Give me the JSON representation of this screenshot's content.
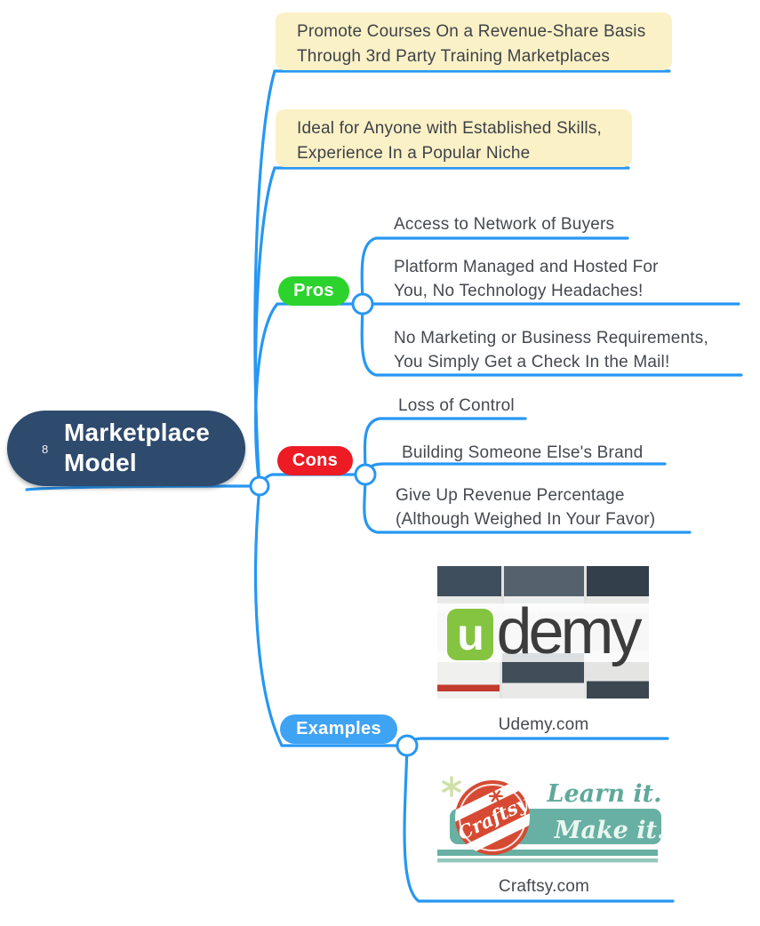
{
  "colors": {
    "line_blue": "#2797F3",
    "node_navy": "#2E4A6D",
    "note_cream": "#FBF1C6",
    "pros_green": "#2CD32C",
    "cons_red": "#ED1B24",
    "examples_blue": "#3FA3F3",
    "text_dark": "#45494F",
    "udemy_green": "#85C441",
    "udemy_text": "#3C3C3C",
    "craftsy_red": "#D64A33",
    "craftsy_teal": "#68B0A3"
  },
  "central_topic": {
    "number": "8",
    "title": "Marketplace Model"
  },
  "notes": [
    {
      "lines": [
        "Promote Courses On a Revenue-Share Basis",
        "Through 3rd Party Training Marketplaces"
      ]
    },
    {
      "lines": [
        "Ideal for Anyone with Established Skills,",
        "Experience In a Popular Niche"
      ]
    }
  ],
  "branches": {
    "pros": {
      "label": "Pros",
      "items": [
        {
          "lines": [
            "Access to Network of Buyers"
          ]
        },
        {
          "lines": [
            "Platform Managed and Hosted For",
            "You, No Technology Headaches!"
          ]
        },
        {
          "lines": [
            "No Marketing or Business Requirements,",
            "You Simply Get a Check In the Mail!"
          ]
        }
      ]
    },
    "cons": {
      "label": "Cons",
      "items": [
        {
          "lines": [
            "Loss of Control"
          ]
        },
        {
          "lines": [
            "Building Someone Else's Brand"
          ]
        },
        {
          "lines": [
            "Give Up Revenue Percentage",
            "(Although Weighed In Your Favor)"
          ]
        }
      ]
    },
    "examples": {
      "label": "Examples",
      "items": [
        {
          "caption": "Udemy.com"
        },
        {
          "caption": "Craftsy.com"
        }
      ]
    }
  },
  "logos": {
    "udemy": {
      "letter": "u",
      "rest": "demy"
    },
    "craftsy": {
      "badge_text": "Craftsy",
      "tagline_line1": "Learn it.",
      "tagline_line2": "Make it."
    }
  }
}
